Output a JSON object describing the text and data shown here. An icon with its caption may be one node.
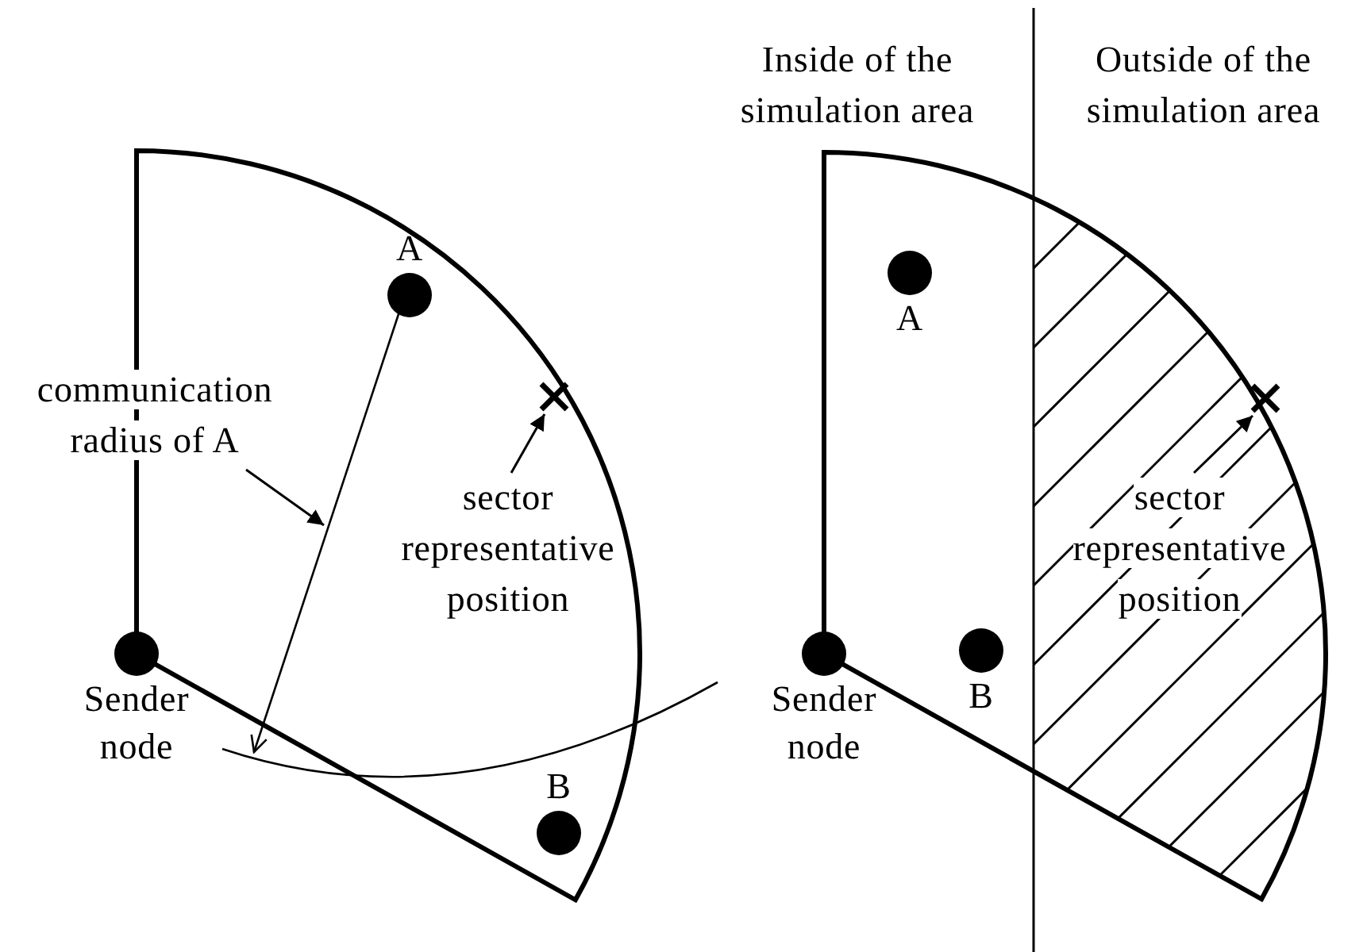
{
  "diagram": {
    "nodes": [
      {
        "text": [
          "Sender node"
        ]
      },
      {
        "text": [
          "A"
        ]
      },
      {
        "text": [
          "B"
        ]
      },
      {
        "text": [
          "communication radius of A"
        ]
      },
      {
        "text": [
          "sector representative position"
        ]
      },
      {
        "text": [],
        "shape": "cross"
      },
      {
        "text": [
          "Sender node"
        ]
      },
      {
        "text": [
          "A"
        ]
      },
      {
        "text": [
          "B"
        ]
      },
      {
        "text": [
          "sector representative position"
        ]
      },
      {
        "text": [],
        "shape": "cross"
      },
      {
        "text": [],
        "shape": "arc"
      }
    ],
    "edges": [
      {
        "from": 3,
        "to": null,
        "arrow": "to"
      },
      {
        "from": 4,
        "to": 5,
        "arrow": "to"
      },
      {
        "from": 9,
        "to": 10,
        "arrow": "to"
      },
      {
        "from": 1,
        "to": 11,
        "arrow": "to"
      }
    ],
    "labels": [
      "Inside of the simulation area",
      "Outside of the simulation area"
    ]
  }
}
